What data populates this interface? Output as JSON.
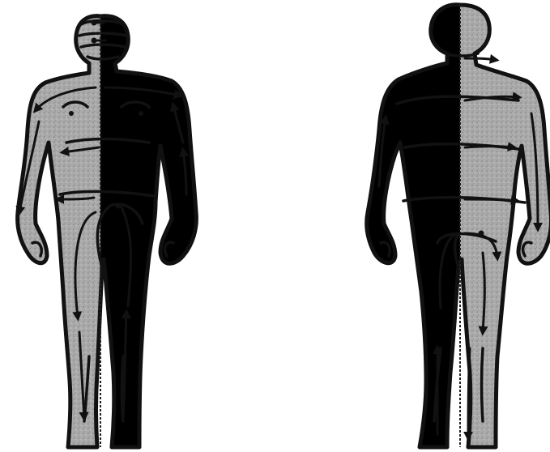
{
  "figures": [
    {
      "id": "front-view",
      "shaded_side": "left"
    },
    {
      "id": "back-view",
      "shaded_side": "right"
    }
  ],
  "colors": {
    "shading": "#a9a9a9",
    "outline": "#111111",
    "background": "#ffffff"
  },
  "icons": [
    "arrow-head-icon",
    "dot-marker-icon"
  ]
}
